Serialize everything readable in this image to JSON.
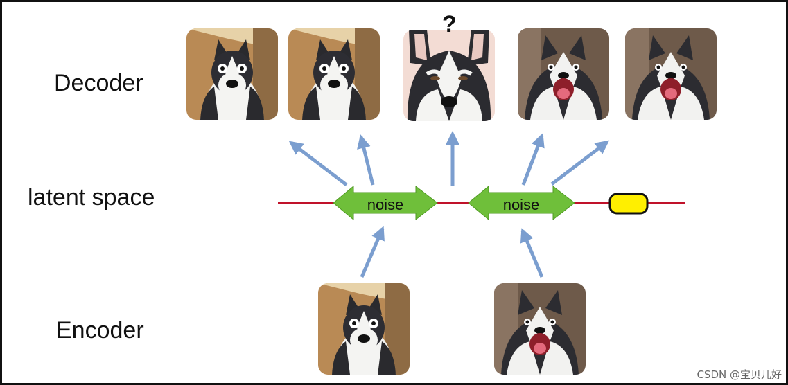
{
  "labels": {
    "decoder": "Decoder",
    "latent": "latent space",
    "encoder": "Encoder"
  },
  "question_mark": "?",
  "noise_labels": [
    "noise",
    "noise"
  ],
  "watermark": "CSDN @宝贝儿好",
  "colors": {
    "latent_line": "#c0122a",
    "noise_arrow": "#6fbf3a",
    "flow_arrow": "#7b9ecf",
    "highlight_point": "#ffef00"
  },
  "images": {
    "decoder": [
      "husky-shocked",
      "husky-shocked",
      "husky-suspicious",
      "husky-howling",
      "husky-howling"
    ],
    "encoder": [
      "husky-shocked",
      "husky-howling"
    ]
  }
}
